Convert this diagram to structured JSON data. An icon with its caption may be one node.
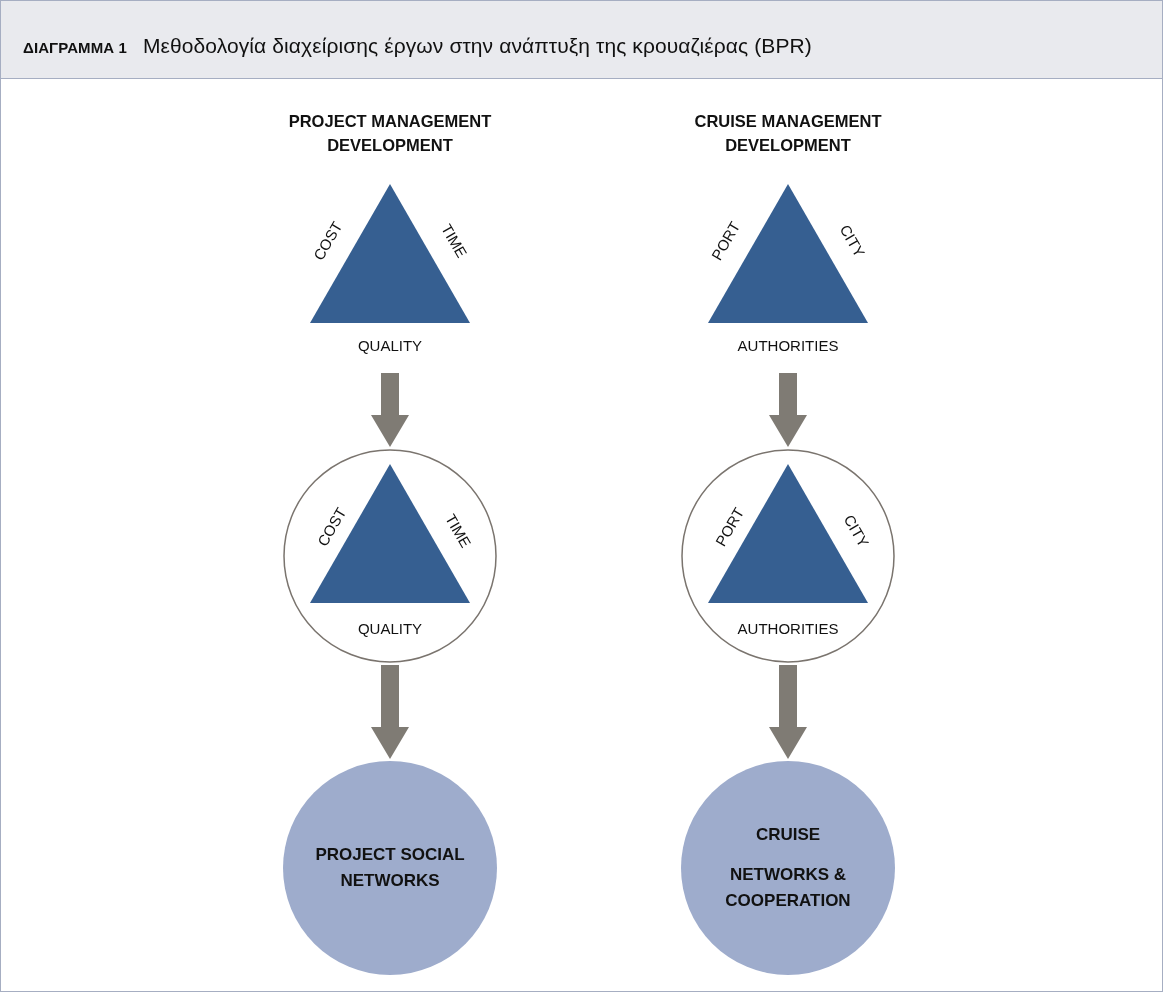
{
  "diagram": {
    "title": "**ΔΙΑΓΡΑΜΜΑ 1** Μεθοδολογία διαχείρισης έργων στην ανάπτυξη της κρουαζιέρας (BPR)",
    "nodes": [
      {
        "text": [
          "PROJECT MANAGEMENT DEVELOPMENT",
          "COST",
          "TIME",
          "QUALITY"
        ]
      },
      {
        "text": [
          "CRUISE MANAGEMENT DEVELOPMENT",
          "PORT",
          "CITY",
          "AUTHORITIES"
        ]
      },
      {
        "text": [
          "COST",
          "TIME",
          "QUALITY"
        ]
      },
      {
        "text": [
          "PORT",
          "CITY",
          "AUTHORITIES"
        ]
      },
      {
        "text": [
          "PROJECT SOCIAL NETWORKS"
        ]
      },
      {
        "text": [
          "CRUISE",
          "NETWORKS & COOPERATION"
        ]
      }
    ],
    "edges": [
      {
        "from": 0,
        "to": 2,
        "arrow": "to"
      },
      {
        "from": 1,
        "to": 3,
        "arrow": "to"
      },
      {
        "from": 2,
        "to": 4,
        "arrow": "to"
      },
      {
        "from": 3,
        "to": 5,
        "arrow": "to"
      }
    ]
  }
}
